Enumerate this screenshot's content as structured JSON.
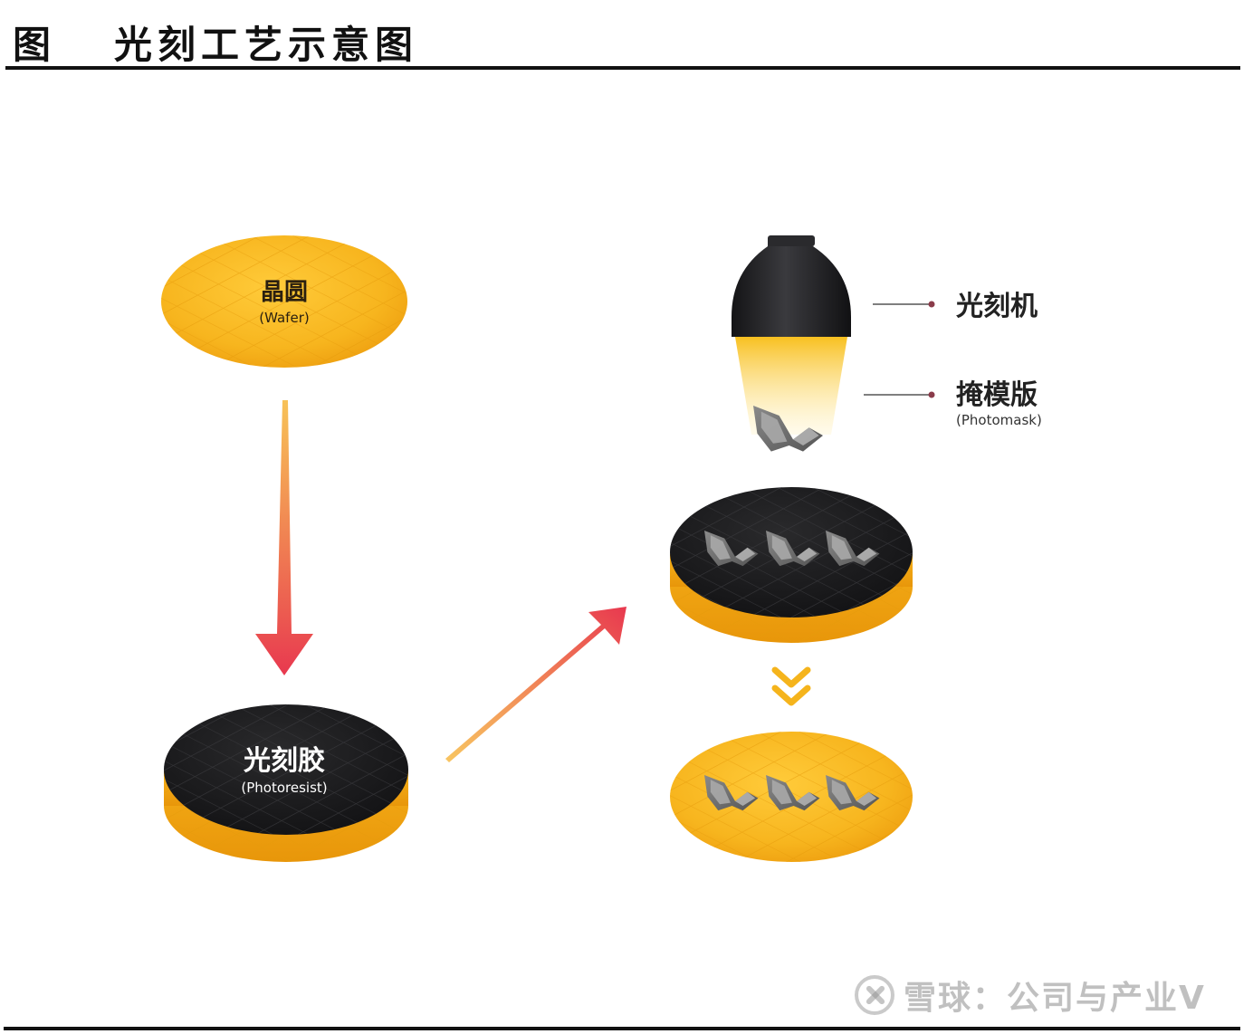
{
  "header": {
    "prefix": "图",
    "title": "光刻工艺示意图"
  },
  "diagram": {
    "wafer": {
      "label": "晶圆",
      "sublabel": "(Wafer)"
    },
    "photoresist": {
      "label": "光刻胶",
      "sublabel": "(Photoresist)"
    },
    "lithography_machine": {
      "label": "光刻机"
    },
    "photomask": {
      "label": "掩模版",
      "sublabel": "(Photomask)"
    }
  },
  "watermark": {
    "text": "雪球：公司与产业V"
  },
  "colors": {
    "wafer_yellow": "#f7b51e",
    "wafer_edge": "#f2a20e",
    "resist_black": "#1c1c1e",
    "arrow_start": "#f6b73a",
    "arrow_end": "#e8384f",
    "chevron": "#f5b41c",
    "rule": "#111111"
  }
}
